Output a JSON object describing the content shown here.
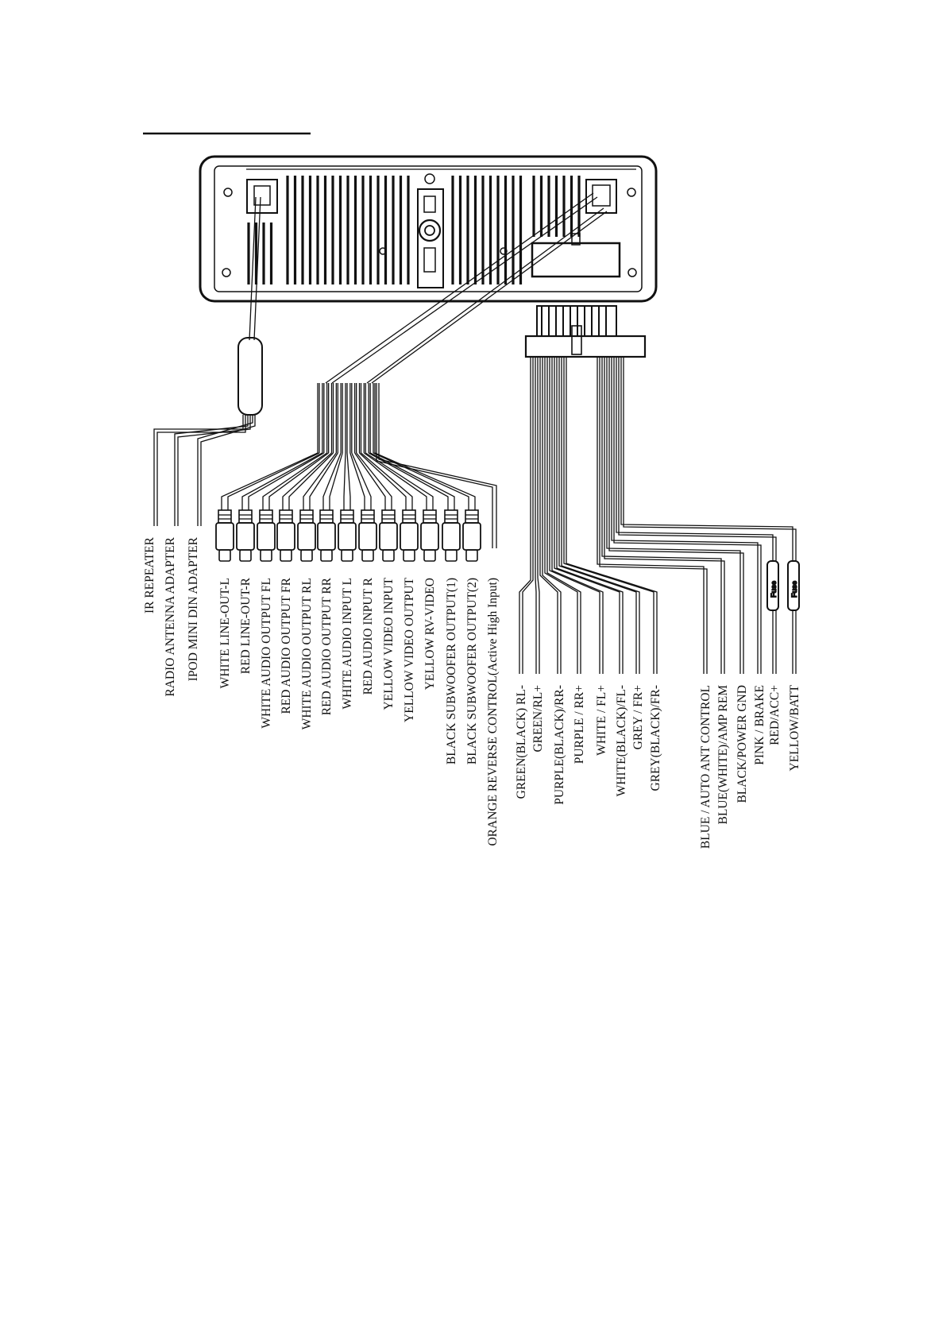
{
  "groups": {
    "adapters": [
      "IR REPEATER",
      "RADIO ANTENNA ADAPTER",
      "IPOD MINI DIN ADAPTER"
    ],
    "rca": [
      "WHITE LINE-OUT-L",
      "RED LINE-OUT-R",
      "WHITE AUDIO OUTPUT FL",
      "RED AUDIO OUTPUT FR",
      "WHITE AUDIO OUTPUT RL",
      "RED AUDIO OUTPUT RR",
      "WHITE AUDIO INPUT L",
      "RED AUDIO INPUT R",
      "YELLOW VIDEO INPUT",
      "YELLOW VIDEO OUTPUT",
      "YELLOW RV-VIDEO",
      "BLACK SUBWOOFER OUTPUT(1)",
      "BLACK SUBWOOFER OUTPUT(2)"
    ],
    "reverse": [
      "ORANGE REVERSE CONTROL(Active High Input)"
    ],
    "speakers": [
      "GREEN(BLACK) RL-",
      "GREEN/RL+",
      "PURPLE(BLACK)/RR-",
      "PURPLE / RR+",
      "WHITE / FL+",
      "WHITE(BLACK)/FL-",
      "GREY / FR+",
      "GREY(BLACK)/FR-"
    ],
    "power": [
      "BLUE / AUTO ANT CONTROL",
      "BLUE(WHITE)/AMP REM",
      "BLACK/POWER GND",
      "PINK / BRAKE",
      "RED/ACC+",
      "YELLOW/BATT"
    ]
  },
  "fuse_label": "Fuse"
}
